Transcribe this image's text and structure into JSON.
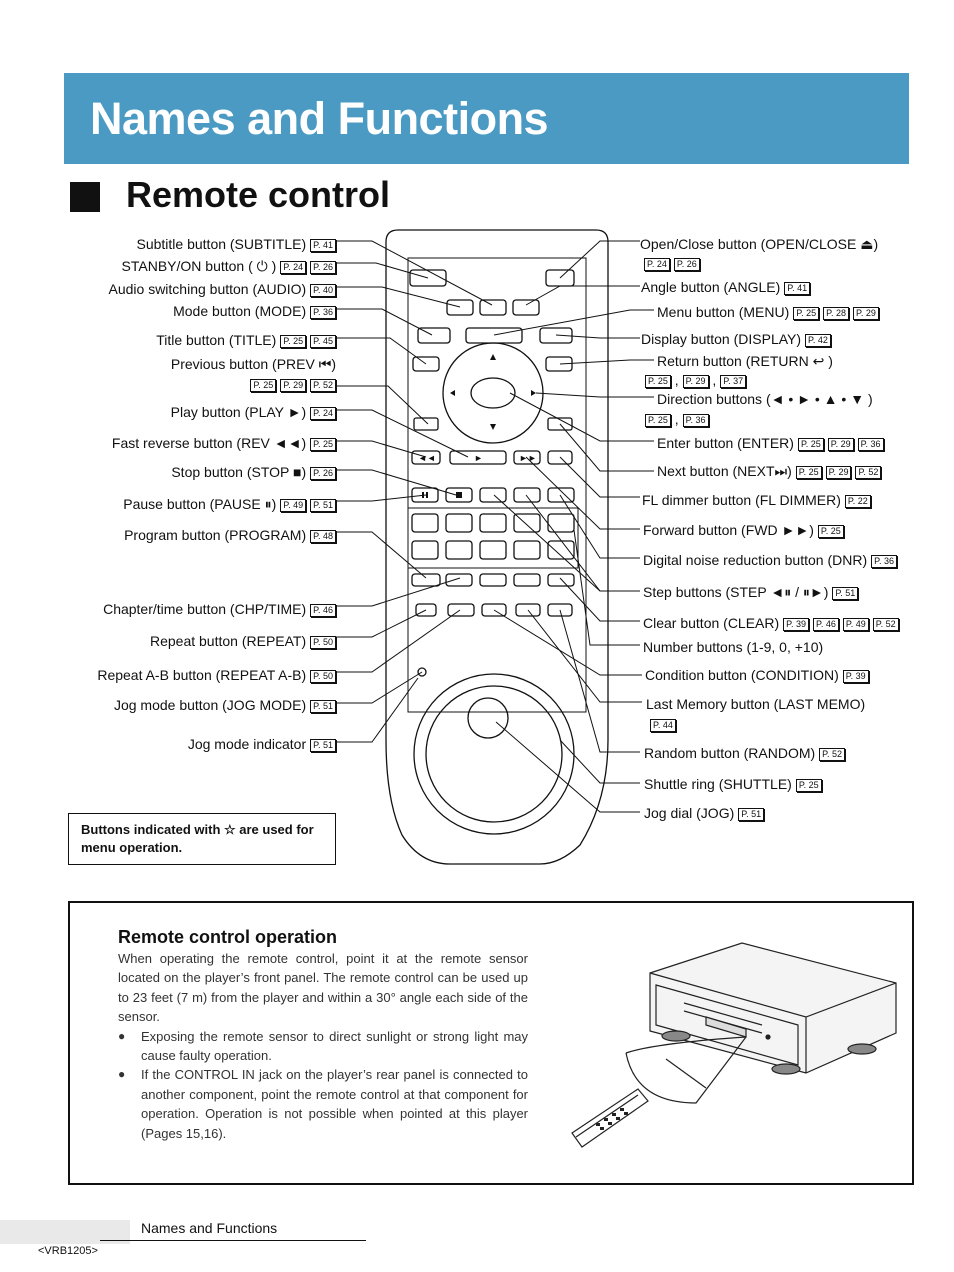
{
  "page": {
    "banner_title": "Names and Functions",
    "section_title": "Remote control",
    "footer_title": "Names and Functions",
    "footer_code": "<VRB1205>"
  },
  "note_box": {
    "text": "Buttons indicated with ☆ are used for menu operation."
  },
  "left_labels": [
    {
      "text": "Subtitle button (SUBTITLE)",
      "refs": [
        "41"
      ]
    },
    {
      "text": "STANBY/ON button ( ⏻ )",
      "refs": [
        "24",
        "26"
      ]
    },
    {
      "text": "Audio switching button (AUDIO)",
      "refs": [
        "40"
      ]
    },
    {
      "text": "Mode button (MODE)",
      "refs": [
        "36"
      ]
    },
    {
      "text": "Title button (TITLE)",
      "refs": [
        "25",
        "45"
      ]
    },
    {
      "text": "Previous button (PREV ⏮)",
      "refs": []
    },
    {
      "text": "",
      "refs": [
        "25",
        "29",
        "52"
      ]
    },
    {
      "text": "Play button (PLAY ►)",
      "refs": [
        "24"
      ]
    },
    {
      "text": "Fast reverse button (REV ◄◄)",
      "refs": [
        "25"
      ]
    },
    {
      "text": "Stop button (STOP ■)",
      "refs": [
        "26"
      ]
    },
    {
      "text": "Pause button (PAUSE ⏸)",
      "refs": [
        "49",
        "51"
      ]
    },
    {
      "text": "Program button (PROGRAM)",
      "refs": [
        "48"
      ]
    },
    {
      "text": "Chapter/time button (CHP/TIME)",
      "refs": [
        "46"
      ]
    },
    {
      "text": "Repeat button (REPEAT)",
      "refs": [
        "50"
      ]
    },
    {
      "text": "Repeat A-B button (REPEAT A-B)",
      "refs": [
        "50"
      ]
    },
    {
      "text": "Jog mode button (JOG MODE)",
      "refs": [
        "51"
      ]
    },
    {
      "text": "Jog mode indicator",
      "refs": [
        "51"
      ]
    }
  ],
  "right_labels": [
    {
      "text": "Open/Close button (OPEN/CLOSE ⏏)",
      "refs": []
    },
    {
      "text": "",
      "refs": [
        "24",
        "26"
      ]
    },
    {
      "text": "Angle button (ANGLE)",
      "refs": [
        "41"
      ]
    },
    {
      "text": "Menu button (MENU)",
      "refs": [
        "25",
        "28",
        "29"
      ]
    },
    {
      "text": "Display button (DISPLAY)",
      "refs": [
        "42"
      ]
    },
    {
      "text": "Return button (RETURN ↩ )",
      "refs": []
    },
    {
      "text": "",
      "refs": [
        "25",
        "29",
        "37"
      ]
    },
    {
      "text": "Direction buttons (◄ • ► • ▲ • ▼ )",
      "refs": []
    },
    {
      "text": "",
      "refs": [
        "25",
        "36"
      ]
    },
    {
      "text": "Enter button (ENTER)",
      "refs": [
        "25",
        "29",
        "36"
      ]
    },
    {
      "text": "Next button (NEXT⏭)",
      "refs": [
        "25",
        "29",
        "52"
      ]
    },
    {
      "text": "FL dimmer button (FL DIMMER)",
      "refs": [
        "22"
      ]
    },
    {
      "text": "Forward button (FWD ►►)",
      "refs": [
        "25"
      ]
    },
    {
      "text": "Digital noise reduction button (DNR)",
      "refs": [
        "36"
      ]
    },
    {
      "text": "Step buttons (STEP ◄⏸ / ⏸►)",
      "refs": [
        "51"
      ]
    },
    {
      "text": "Clear button (CLEAR)",
      "refs": [
        "39",
        "46",
        "49",
        "52"
      ]
    },
    {
      "text": "Number buttons (1-9, 0, +10)",
      "refs": []
    },
    {
      "text": "Condition button (CONDITION)",
      "refs": [
        "39"
      ]
    },
    {
      "text": "Last Memory button (LAST MEMO)",
      "refs": []
    },
    {
      "text": "",
      "refs": [
        "44"
      ]
    },
    {
      "text": "Random button (RANDOM)",
      "refs": [
        "52"
      ]
    },
    {
      "text": "Shuttle ring (SHUTTLE)",
      "refs": [
        "25"
      ]
    },
    {
      "text": "Jog dial (JOG)",
      "refs": [
        "51"
      ]
    }
  ],
  "operation": {
    "title": "Remote control operation",
    "paragraph": "When operating the remote control, point it at the remote sensor located on the player’s front panel. The remote control can be used up to 23 feet (7 m) from the player and within a 30° angle each side of the sensor.",
    "bullets": [
      "Exposing the remote sensor to direct sunlight or strong light may cause faulty operation.",
      "If the CONTROL IN jack on the player’s rear panel is connected to another component, point the remote control at that component for operation. Operation is not possible when pointed at this player (Pages 15,16)."
    ]
  },
  "icons": {
    "page_ref": "page-reference-icon",
    "star": "star-icon",
    "remote": "remote-control-illustration",
    "player": "dvd-player-illustration"
  },
  "colors": {
    "banner": "#4a9ac4"
  }
}
